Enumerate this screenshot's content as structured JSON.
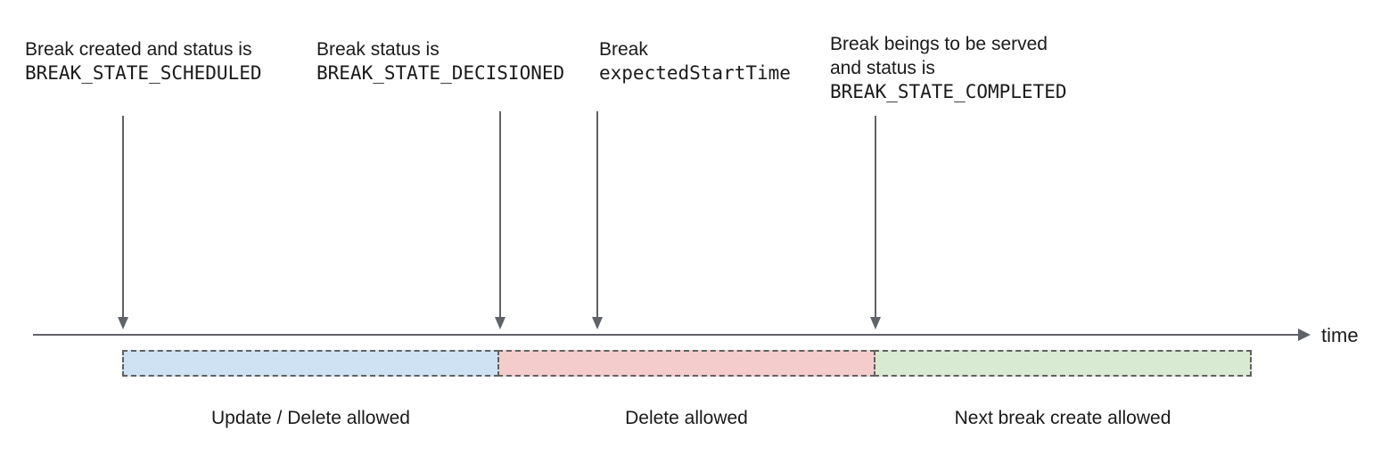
{
  "annotations": [
    {
      "lines": [
        {
          "text": "Break created and status is"
        },
        {
          "text": "BREAK_STATE_SCHEDULED"
        }
      ]
    },
    {
      "lines": [
        {
          "text": "Break status is"
        },
        {
          "text": "BREAK_STATE_DECISIONED"
        }
      ]
    },
    {
      "lines": [
        {
          "text": "Break"
        },
        {
          "text": "expectedStartTime"
        }
      ]
    },
    {
      "lines": [
        {
          "text": "Break beings to be served"
        },
        {
          "text": "and status is"
        },
        {
          "text": "BREAK_STATE_COMPLETED"
        }
      ]
    }
  ],
  "timeline": {
    "label": "time"
  },
  "segments": [
    {
      "label": "Update / Delete allowed",
      "color": "#cfe2f3"
    },
    {
      "label": "Delete allowed",
      "color": "#f4cccc"
    },
    {
      "label": "Next break create allowed",
      "color": "#d9ead3"
    }
  ],
  "colors": {
    "arrow": "#5f6368",
    "dashed_border": "#616161",
    "text": "#1a1a1a",
    "segment_blue": "#cfe2f3",
    "segment_pink": "#f4cccc",
    "segment_green": "#d9ead3"
  }
}
